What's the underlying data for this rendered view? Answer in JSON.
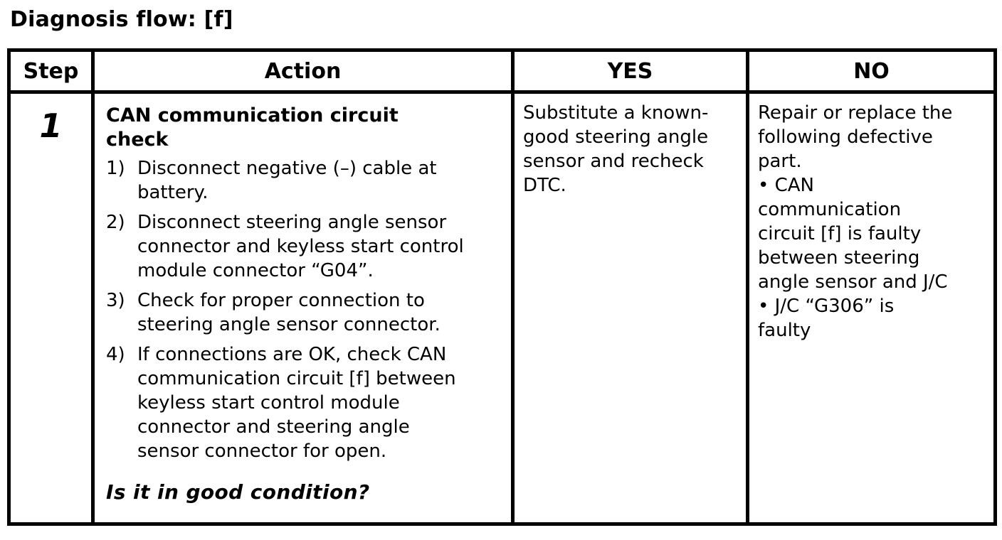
{
  "page": {
    "title": "Diagnosis flow: [f]"
  },
  "table": {
    "headers": [
      "Step",
      "Action",
      "YES",
      "NO"
    ],
    "rows": [
      {
        "step": "1",
        "action": {
          "heading": "CAN communication circuit\ncheck",
          "steps": [
            {
              "num": "1)",
              "text": "Disconnect negative (–) cable at\nbattery."
            },
            {
              "num": "2)",
              "text": "Disconnect steering angle sensor\nconnector and keyless start control\nmodule connector “G04”."
            },
            {
              "num": "3)",
              "text": "Check for proper connection to\nsteering angle sensor connector."
            },
            {
              "num": "4)",
              "text": "If connections are OK, check CAN\ncommunication circuit [f] between\nkeyless start control module\nconnector and steering angle\nsensor connector for open."
            }
          ],
          "question": "Is it in good condition?"
        },
        "yes": "Substitute a known-\ngood steering angle\nsensor and recheck\nDTC.",
        "no": {
          "intro": "Repair or replace the\nfollowing defective\npart.",
          "bullets": [
            "• CAN\ncommunication\ncircuit [f] is faulty\nbetween steering\nangle sensor and J/C",
            "• J/C “G306” is\nfaulty"
          ]
        }
      }
    ]
  }
}
